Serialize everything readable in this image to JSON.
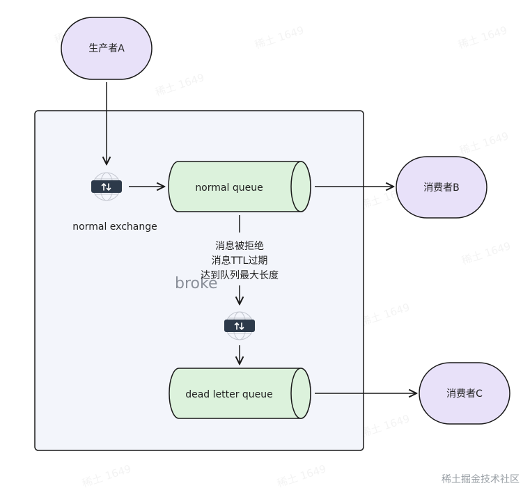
{
  "nodes": {
    "producer_a": "生产者A",
    "consumer_b": "消费者B",
    "consumer_c": "消费者C",
    "normal_queue": "normal queue",
    "dead_letter_queue": "dead letter queue",
    "normal_exchange": "normal exchange",
    "broker": "broke"
  },
  "dead_letter_conditions": [
    "消息被拒绝",
    "消息TTL过期",
    "达到队列最大长度"
  ],
  "watermark": "稀土掘金技术社区",
  "colors": {
    "actor_fill": "#e8e1f9",
    "queue_fill": "#dcf2dc",
    "broker_fill": "#f3f5fb",
    "exchange_icon": "#2d3a4a",
    "stroke": "#1a1a1a"
  }
}
